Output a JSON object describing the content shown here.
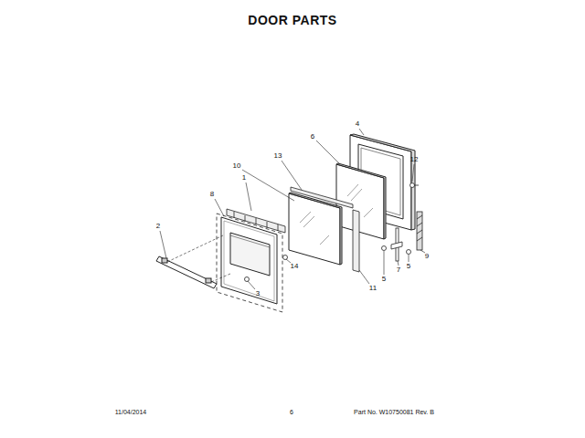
{
  "diagram": {
    "title": "DOOR PARTS",
    "labels": [
      "4",
      "6",
      "12",
      "13",
      "10",
      "1",
      "8",
      "2",
      "14",
      "3",
      "11",
      "5",
      "7",
      "5",
      "9",
      "11/04/2014",
      "6",
      "Part No. W10750081 Rev. B"
    ]
  }
}
